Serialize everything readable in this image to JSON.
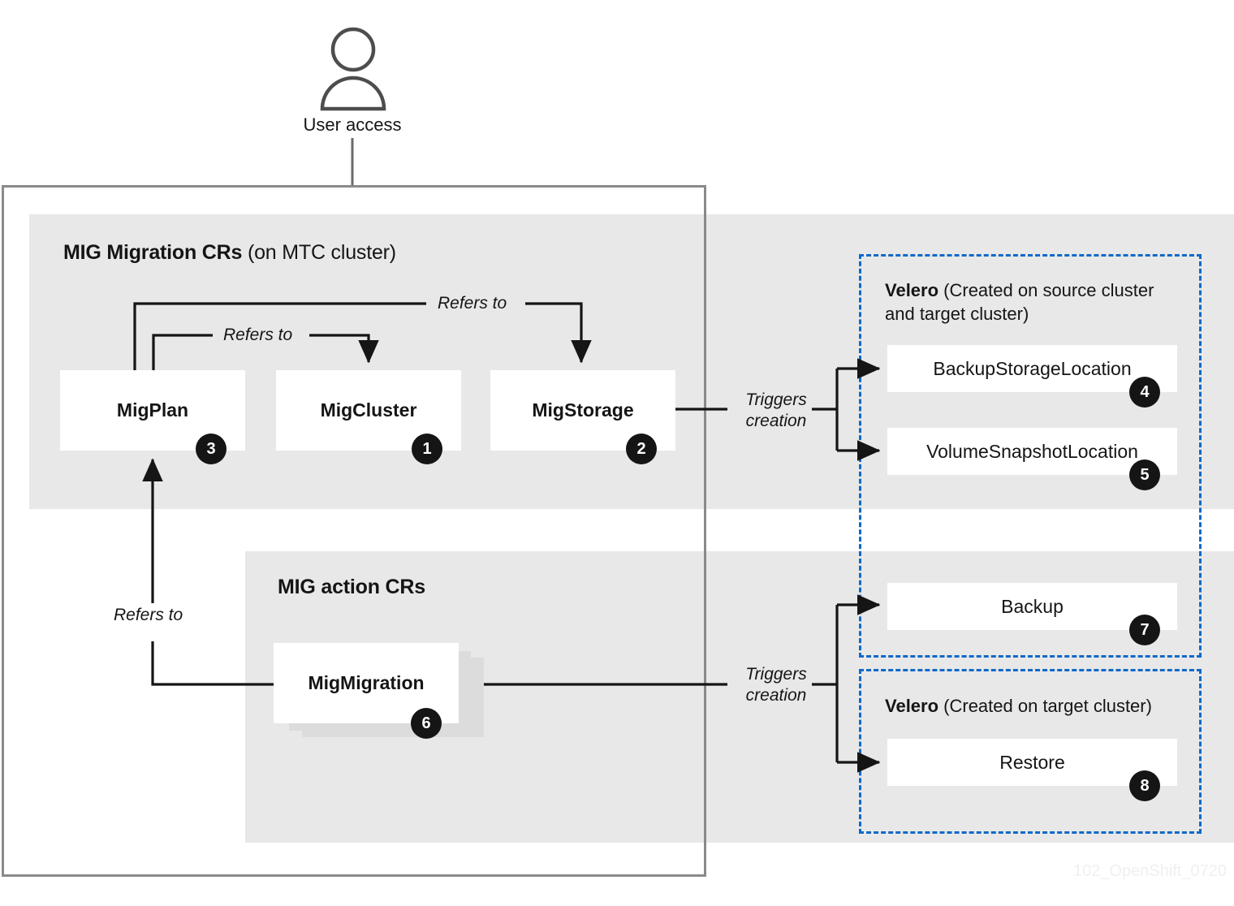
{
  "diagram": {
    "watermark": "102_OpenShift_0720",
    "user": {
      "label": "User access",
      "icon": "person-icon"
    },
    "colors": {
      "panel_gray": "#e8e8e8",
      "node_white": "#ffffff",
      "border_gray": "#8a8a8a",
      "dashed_blue": "#0f69c9",
      "badge_black": "#151515",
      "stack_shadow": "#dcdcdc",
      "watermark": "#f0f0f0"
    },
    "sections": {
      "mig_migration_crs": {
        "title_bold": "MIG Migration CRs",
        "title_regular": " (on MTC cluster)"
      },
      "mig_action_crs": {
        "title_bold": "MIG action CRs",
        "title_regular": ""
      },
      "velero_source_target": {
        "title_bold": "Velero",
        "title_regular": " (Created on source cluster",
        "title_line2": "and target cluster)"
      },
      "velero_target": {
        "title_bold": "Velero",
        "title_regular": " (Created on target cluster)"
      }
    },
    "nodes": [
      {
        "id": "migplan",
        "label": "MigPlan",
        "badge": "3",
        "weight": "bold"
      },
      {
        "id": "migcluster",
        "label": "MigCluster",
        "badge": "1",
        "weight": "bold"
      },
      {
        "id": "migstorage",
        "label": "MigStorage",
        "badge": "2",
        "weight": "bold"
      },
      {
        "id": "migmigration",
        "label": "MigMigration",
        "badge": "6",
        "weight": "bold"
      },
      {
        "id": "bsl",
        "label": "BackupStorageLocation",
        "badge": "4",
        "weight": "reg"
      },
      {
        "id": "vsl",
        "label": "VolumeSnapshotLocation",
        "badge": "5",
        "weight": "reg"
      },
      {
        "id": "backup",
        "label": "Backup",
        "badge": "7",
        "weight": "reg"
      },
      {
        "id": "restore",
        "label": "Restore",
        "badge": "8",
        "weight": "reg"
      }
    ],
    "edge_labels": {
      "refers_to_storage": "Refers to",
      "refers_to_cluster": "Refers to",
      "refers_to_migration": "Refers to",
      "triggers_creation_storage_line1": "Triggers",
      "triggers_creation_storage_line2": "creation",
      "triggers_creation_migration_line1": "Triggers",
      "triggers_creation_migration_line2": "creation"
    }
  }
}
